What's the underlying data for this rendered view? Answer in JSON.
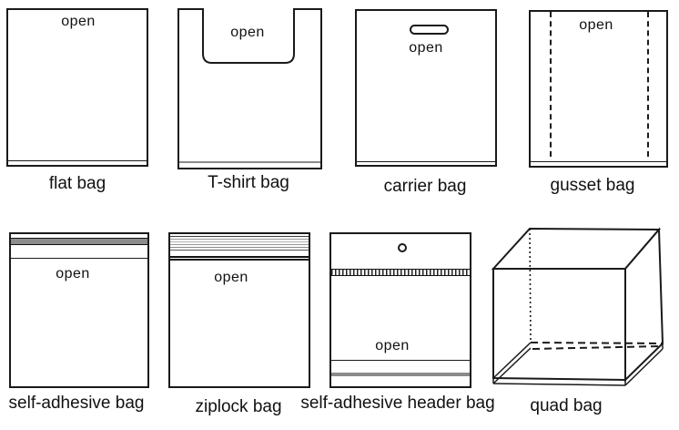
{
  "colors": {
    "line": "#1a1a1a",
    "adhesive_strip": "#8c8c8c",
    "header_bottom_strip": "#8a8a8a"
  },
  "bags": [
    {
      "name": "flat bag",
      "open_label": "open"
    },
    {
      "name": "T-shirt bag",
      "open_label": "open"
    },
    {
      "name": "carrier bag",
      "open_label": "open"
    },
    {
      "name": "gusset bag",
      "open_label": "open"
    },
    {
      "name": "self-adhesive bag",
      "open_label": "open"
    },
    {
      "name": "ziplock bag",
      "open_label": "open"
    },
    {
      "name": "self-adhesive header bag",
      "open_label": "open"
    },
    {
      "name": "quad bag"
    }
  ]
}
